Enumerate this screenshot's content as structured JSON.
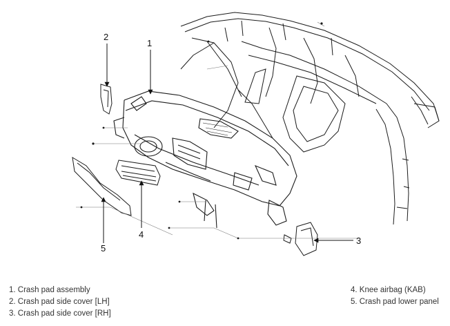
{
  "callouts": [
    {
      "id": "1",
      "label": "1"
    },
    {
      "id": "2",
      "label": "2"
    },
    {
      "id": "3",
      "label": "3"
    },
    {
      "id": "4",
      "label": "4"
    },
    {
      "id": "5",
      "label": "5"
    }
  ],
  "legend": {
    "left": [
      "1. Crash pad assembly",
      "2. Crash pad side cover [LH]",
      "3. Crash pad side cover [RH]"
    ],
    "right": [
      "4. Knee airbag (KAB)",
      "5. Crash pad lower panel"
    ]
  },
  "colors": {
    "line": "#1a1a1a",
    "guide": "#777777",
    "text": "#333333"
  }
}
